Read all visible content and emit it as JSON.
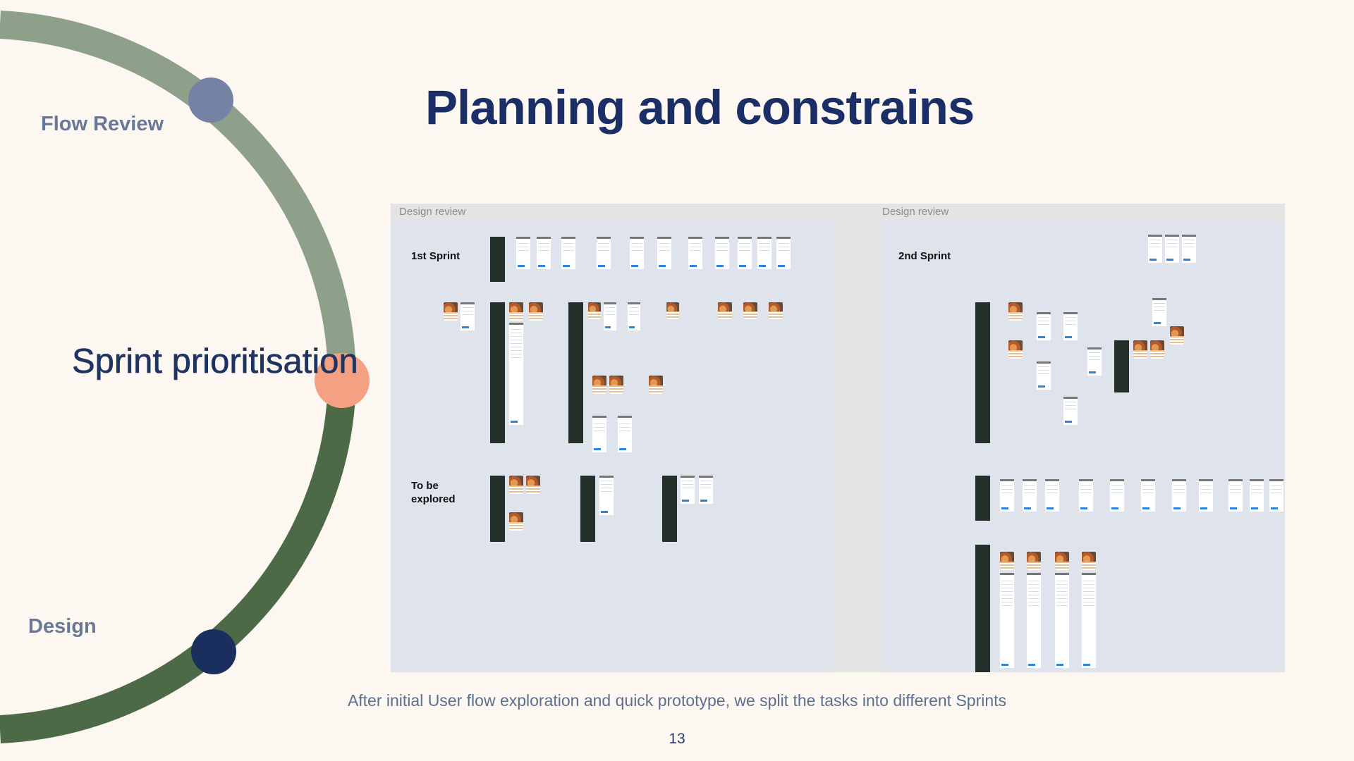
{
  "slide": {
    "title": "Planning and constrains",
    "caption": "After initial User flow exploration and quick prototype, we split the tasks into different Sprints",
    "page_number": "13"
  },
  "timeline": {
    "steps": [
      {
        "label": "Flow Review",
        "state": "past",
        "color": "#7483a3"
      },
      {
        "label": "Sprint prioritisation",
        "state": "current",
        "color": "#f4a082"
      },
      {
        "label": "Design",
        "state": "next",
        "color": "#1b2f5f"
      }
    ],
    "arc_colors": {
      "upper": "#8fa08a",
      "lower": "#4d6a47"
    }
  },
  "board": {
    "panels": [
      {
        "caption": "Design review",
        "sprint_label": "1st Sprint",
        "secondary_label": "To be explored"
      },
      {
        "caption": "Design review",
        "sprint_label": "2nd Sprint"
      }
    ]
  }
}
